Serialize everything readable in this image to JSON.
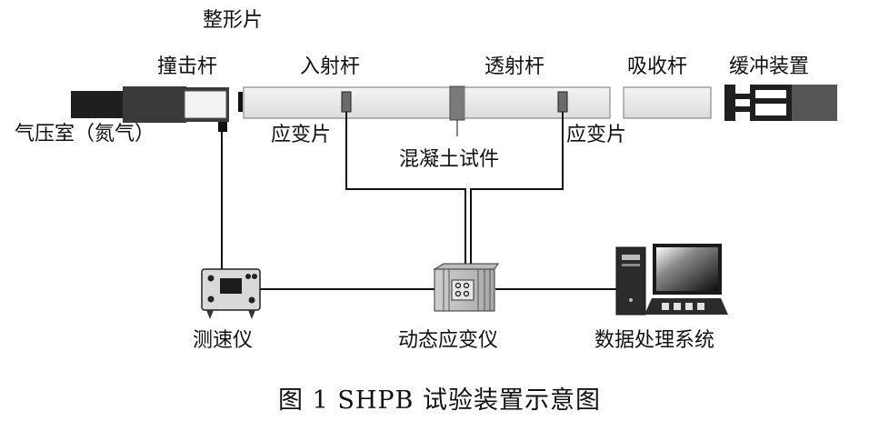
{
  "labels": {
    "pulse_shaper": "整形片",
    "striker_bar": "撞击杆",
    "incident_bar": "入射杆",
    "transmission_bar": "透射杆",
    "absorption_bar": "吸收杆",
    "buffer_device": "缓冲装置",
    "gas_chamber": "气压室（氮气）",
    "strain_gauge_left": "应变片",
    "strain_gauge_right": "应变片",
    "concrete_specimen": "混凝土试件",
    "velocimeter": "测速仪",
    "dynamic_strain_meter": "动态应变仪",
    "data_processing_system": "数据处理系统"
  },
  "caption": "图 1  SHPB 试验装置示意图",
  "colors": {
    "bar_fill": "#e9e9e9",
    "striker_dark": "#3a3a3a",
    "chamber_dark": "#1f1f1f",
    "specimen": "#7a7a7a",
    "gauge": "#6b6b6b",
    "line": "#111111"
  },
  "icons": [
    "velocimeter-icon",
    "strain-meter-icon",
    "computer-tower-icon",
    "monitor-icon",
    "keyboard-icon"
  ]
}
